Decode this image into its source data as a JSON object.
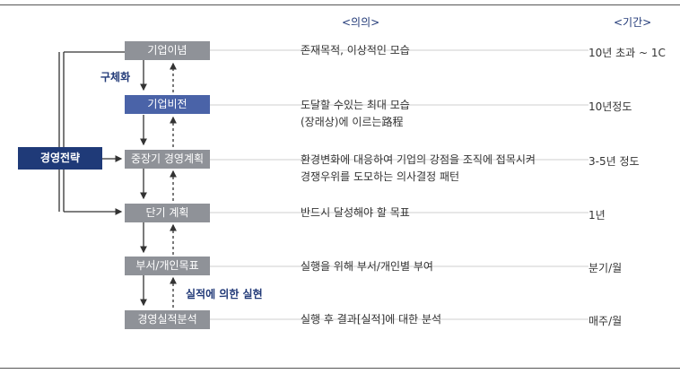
{
  "headers": {
    "meaning": "<의의>",
    "period": "<기간>"
  },
  "strategy_label": "경영전략",
  "concretize_label": "구체화",
  "realization_label": "실적에 의한 실현",
  "rows": [
    {
      "name": "기업이념",
      "desc": [
        "존재목적, 이상적인 모습"
      ],
      "period": "10년 초과 ~ 1C",
      "highlight": false
    },
    {
      "name": "기업비전",
      "desc": [
        "도달할 수있는 최대 모습",
        "(장래상)에 이르는路程"
      ],
      "period": "10년정도",
      "highlight": true
    },
    {
      "name": "중장기 경영계획",
      "desc": [
        "환경변화에 대응하여 기업의 강점을 조직에 접목시켜",
        "경쟁우위를 도모하는 의사결정 패턴"
      ],
      "period": "3-5년 정도",
      "highlight": false
    },
    {
      "name": "단기 계획",
      "desc": [
        "반드시 달성해야 할 목표"
      ],
      "period": "1년",
      "highlight": false
    },
    {
      "name": "부서/개인목표",
      "desc": [
        "실행을 위해 부서/개인별 부여"
      ],
      "period": "분기/월",
      "highlight": false
    },
    {
      "name": "경영실적분석",
      "desc": [
        "실행 후 결과[실적]에 대한 분석"
      ],
      "period": "매주/월",
      "highlight": false
    }
  ]
}
